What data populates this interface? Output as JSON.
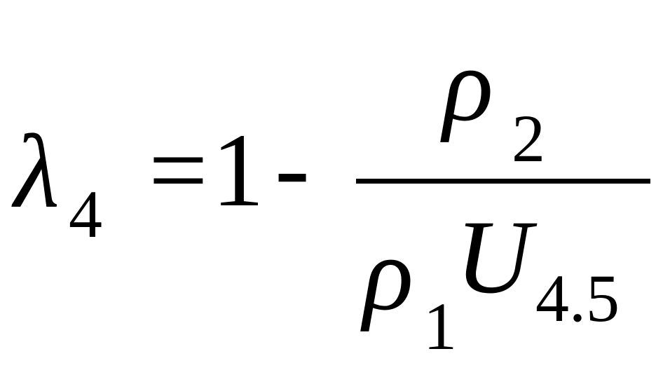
{
  "formula": {
    "lhs": {
      "symbol": "λ",
      "subscript": "4"
    },
    "equals": "=",
    "one": "1",
    "minus": "-",
    "fraction": {
      "numerator": {
        "symbol": "ρ",
        "subscript": "2"
      },
      "denominator": {
        "rho": "ρ",
        "rho_subscript": "1",
        "u": "U",
        "u_subscript": "4.5"
      }
    }
  }
}
